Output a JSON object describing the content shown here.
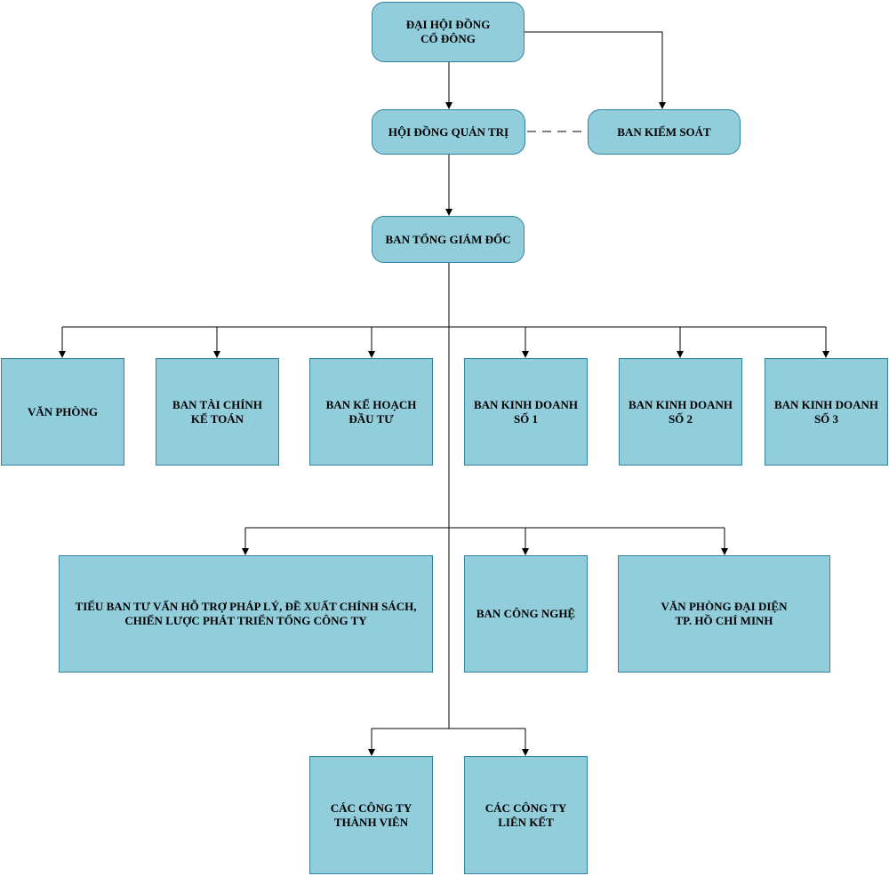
{
  "colors": {
    "box_fill": "#92cddc",
    "box_border": "#31859c",
    "line": "#000000"
  },
  "nodes": {
    "shareholders": "ĐẠI HỘI ĐỒNG\nCỔ ĐÔNG",
    "board": "HỘI ĐỒNG QUẢN TRỊ",
    "supervisory": "BAN KIỂM SOÁT",
    "executive": "BAN TỔNG GIÁM ĐỐC",
    "office": "VĂN PHÒNG",
    "finance": "BAN TÀI CHÍNH\nKẾ TOÁN",
    "planning": "BAN KẾ HOẠCH\nĐẦU TƯ",
    "business1": "BAN KINH DOANH\nSỐ 1",
    "business2": "BAN KINH DOANH\nSỐ 2",
    "business3": "BAN KINH DOANH\nSỐ 3",
    "advisory": "TIỂU BAN TƯ VẤN HỖ TRỢ PHÁP LÝ, ĐỀ XUẤT CHÍNH SÁCH,\nCHIẾN LƯỢC PHÁT TRIỂN TỔNG CÔNG TY",
    "technology": "BAN CÔNG NGHỆ",
    "hcm_office": "VĂN PHÒNG ĐẠI DIỆN\nTP. HỒ CHÍ MINH",
    "subsidiaries": "CÁC CÔNG TY\nTHÀNH VIÊN",
    "affiliates": "CÁC CÔNG TY\nLIÊN KẾT"
  }
}
